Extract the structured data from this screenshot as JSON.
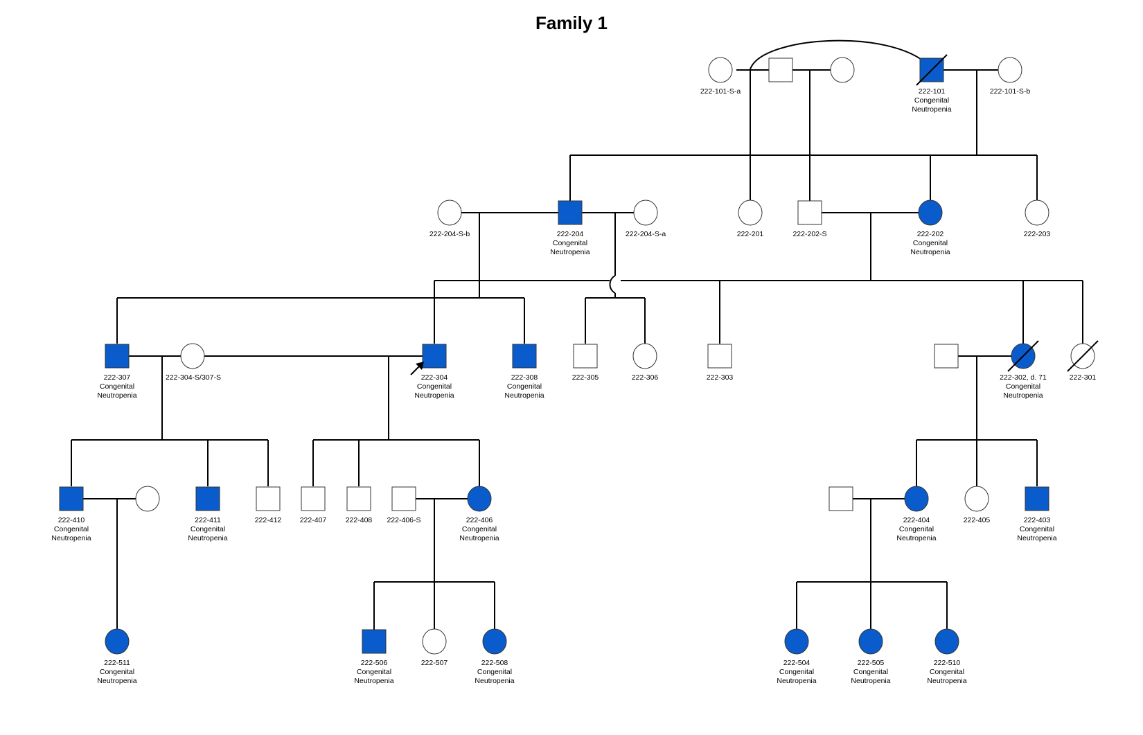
{
  "title": "Family 1",
  "colors": {
    "affected": "#0a5ccc",
    "unaffected": "#ffffff",
    "line": "#000000"
  },
  "condition_label": [
    "Congenital",
    "Neutropenia"
  ],
  "individuals": [
    {
      "id": "222-101-S-a",
      "label": "222-101-S-a",
      "sex": "female",
      "affected": false,
      "deceased": false
    },
    {
      "id": "founder-male",
      "label": "",
      "sex": "male",
      "affected": false,
      "deceased": false
    },
    {
      "id": "founder-female",
      "label": "",
      "sex": "female",
      "affected": false,
      "deceased": false
    },
    {
      "id": "222-101",
      "label": "222-101",
      "sex": "male",
      "affected": true,
      "deceased": true
    },
    {
      "id": "222-101-S-b",
      "label": "222-101-S-b",
      "sex": "female",
      "affected": false,
      "deceased": false
    },
    {
      "id": "222-204-S-b",
      "label": "222-204-S-b",
      "sex": "female",
      "affected": false,
      "deceased": false
    },
    {
      "id": "222-204",
      "label": "222-204",
      "sex": "male",
      "affected": true,
      "deceased": false
    },
    {
      "id": "222-204-S-a",
      "label": "222-204-S-a",
      "sex": "female",
      "affected": false,
      "deceased": false
    },
    {
      "id": "222-201",
      "label": "222-201",
      "sex": "female",
      "affected": false,
      "deceased": false
    },
    {
      "id": "222-202-S",
      "label": "222-202-S",
      "sex": "male",
      "affected": false,
      "deceased": false
    },
    {
      "id": "222-202",
      "label": "222-202",
      "sex": "female",
      "affected": true,
      "deceased": false
    },
    {
      "id": "222-203",
      "label": "222-203",
      "sex": "female",
      "affected": false,
      "deceased": false
    },
    {
      "id": "222-307",
      "label": "222-307",
      "sex": "male",
      "affected": true,
      "deceased": false
    },
    {
      "id": "222-304-S/307-S",
      "label": "222-304-S/307-S",
      "sex": "female",
      "affected": false,
      "deceased": false
    },
    {
      "id": "222-304",
      "label": "222-304",
      "sex": "male",
      "affected": true,
      "deceased": false,
      "proband": true
    },
    {
      "id": "222-308",
      "label": "222-308",
      "sex": "male",
      "affected": true,
      "deceased": false
    },
    {
      "id": "222-305",
      "label": "222-305",
      "sex": "male",
      "affected": false,
      "deceased": false
    },
    {
      "id": "222-306",
      "label": "222-306",
      "sex": "female",
      "affected": false,
      "deceased": false
    },
    {
      "id": "222-303",
      "label": "222-303",
      "sex": "male",
      "affected": false,
      "deceased": false
    },
    {
      "id": "302-spouse",
      "label": "",
      "sex": "male",
      "affected": false,
      "deceased": false
    },
    {
      "id": "222-302",
      "label": "222-302, d. 71",
      "sex": "female",
      "affected": true,
      "deceased": true
    },
    {
      "id": "222-301",
      "label": "222-301",
      "sex": "female",
      "affected": false,
      "deceased": true
    },
    {
      "id": "222-410",
      "label": "222-410",
      "sex": "male",
      "affected": true,
      "deceased": false
    },
    {
      "id": "410-spouse",
      "label": "",
      "sex": "female",
      "affected": false,
      "deceased": false
    },
    {
      "id": "222-411",
      "label": "222-411",
      "sex": "male",
      "affected": true,
      "deceased": false
    },
    {
      "id": "222-412",
      "label": "222-412",
      "sex": "male",
      "affected": false,
      "deceased": false
    },
    {
      "id": "222-407",
      "label": "222-407",
      "sex": "male",
      "affected": false,
      "deceased": false
    },
    {
      "id": "222-408",
      "label": "222-408",
      "sex": "male",
      "affected": false,
      "deceased": false
    },
    {
      "id": "222-406-S",
      "label": "222-406-S",
      "sex": "male",
      "affected": false,
      "deceased": false
    },
    {
      "id": "222-406",
      "label": "222-406",
      "sex": "female",
      "affected": true,
      "deceased": false
    },
    {
      "id": "404-spouse",
      "label": "",
      "sex": "male",
      "affected": false,
      "deceased": false
    },
    {
      "id": "222-404",
      "label": "222-404",
      "sex": "female",
      "affected": true,
      "deceased": false
    },
    {
      "id": "222-405",
      "label": "222-405",
      "sex": "female",
      "affected": false,
      "deceased": false
    },
    {
      "id": "222-403",
      "label": "222-403",
      "sex": "male",
      "affected": true,
      "deceased": false
    },
    {
      "id": "222-511",
      "label": "222-511",
      "sex": "female",
      "affected": true,
      "deceased": false
    },
    {
      "id": "222-506",
      "label": "222-506",
      "sex": "male",
      "affected": true,
      "deceased": false
    },
    {
      "id": "222-507",
      "label": "222-507",
      "sex": "female",
      "affected": false,
      "deceased": false
    },
    {
      "id": "222-508",
      "label": "222-508",
      "sex": "female",
      "affected": true,
      "deceased": false
    },
    {
      "id": "222-504",
      "label": "222-504",
      "sex": "female",
      "affected": true,
      "deceased": false
    },
    {
      "id": "222-505",
      "label": "222-505",
      "sex": "female",
      "affected": true,
      "deceased": false
    },
    {
      "id": "222-510",
      "label": "222-510",
      "sex": "female",
      "affected": true,
      "deceased": false
    }
  ]
}
